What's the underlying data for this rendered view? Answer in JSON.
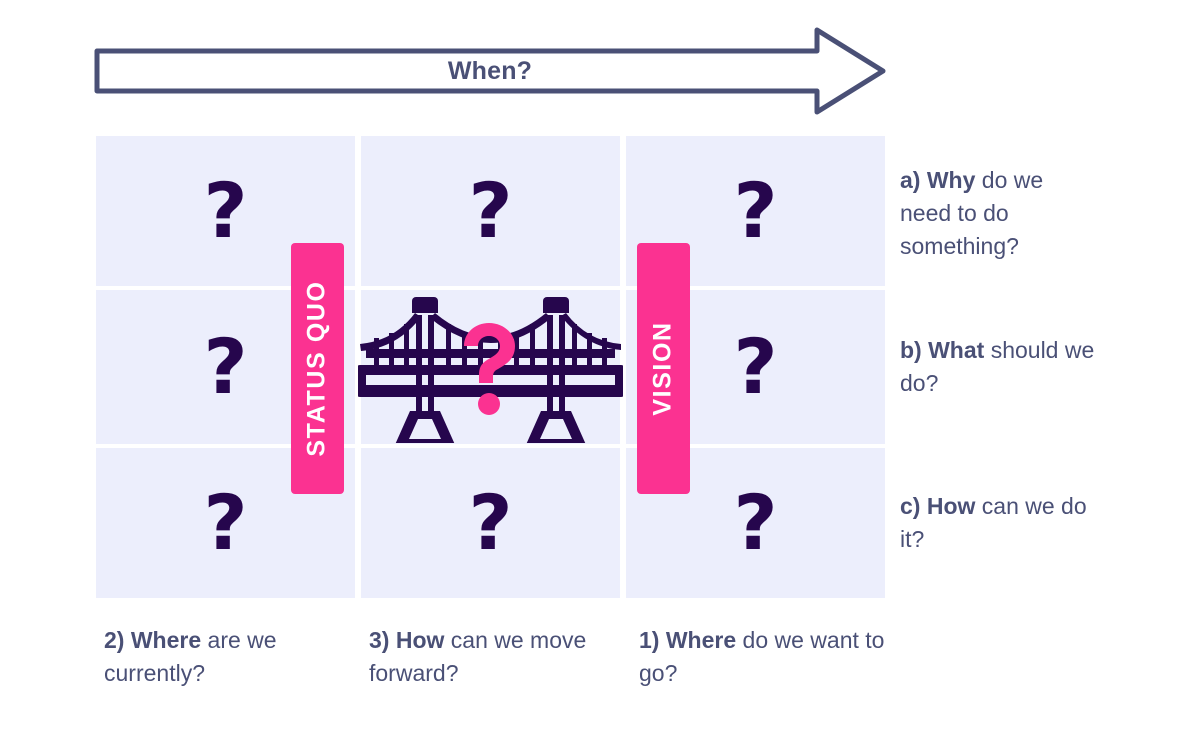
{
  "colors": {
    "cell_background": "#eceefc",
    "page_background": "#ffffff",
    "slate_text": "#4a5076",
    "dark_purple": "#26064d",
    "pink_accent": "#fb3291",
    "white": "#ffffff"
  },
  "timeline": {
    "label": "When?",
    "direction": "right"
  },
  "grid": {
    "question_mark": "?",
    "rows": [
      {
        "id": "row-why",
        "cells": [
          "?",
          "?",
          "?"
        ]
      },
      {
        "id": "row-what",
        "cells": [
          "?",
          "?",
          "?"
        ]
      },
      {
        "id": "row-how",
        "cells": [
          "?",
          "?",
          "?"
        ]
      }
    ]
  },
  "banners": [
    {
      "id": "status-quo",
      "label": "STATUS QUO"
    },
    {
      "id": "vision",
      "label": "VISION"
    }
  ],
  "bridge": {
    "icon_name": "suspension-bridge-icon",
    "overlay_symbol": "?"
  },
  "side_notes": [
    {
      "id": "note-a",
      "prefix": "a) Why",
      "rest": " do we need to do something?"
    },
    {
      "id": "note-b",
      "prefix": "b) What",
      "rest": " should we do?"
    },
    {
      "id": "note-c",
      "prefix": "c) How",
      "rest": " can we do it?"
    }
  ],
  "bottom_notes": [
    {
      "id": "bottom-1",
      "prefix": "2) Where",
      "rest": " are we currently?"
    },
    {
      "id": "bottom-2",
      "prefix": "3) How",
      "rest": " can we move forward?"
    },
    {
      "id": "bottom-3",
      "prefix": "1) Where",
      "rest": " do we want to go?"
    }
  ]
}
